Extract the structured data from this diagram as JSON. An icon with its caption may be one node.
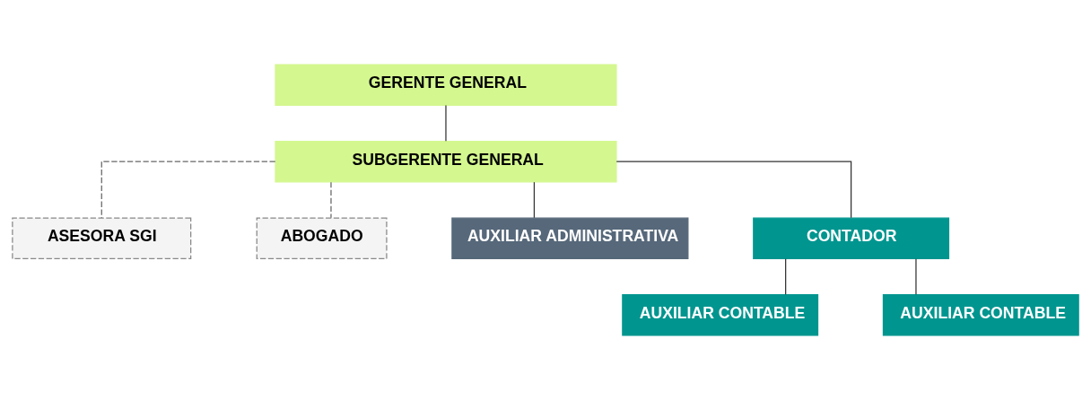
{
  "diagram": {
    "nodes": [
      {
        "text": [
          "GERENTE GENERAL"
        ]
      },
      {
        "text": [
          "SUBGERENTE GENERAL"
        ]
      },
      {
        "text": [
          "ASESORA SGI"
        ]
      },
      {
        "text": [
          "ABOGADO"
        ]
      },
      {
        "text": [
          "AUXILIAR ADMINISTRATIVA"
        ]
      },
      {
        "text": [
          "CONTADOR"
        ]
      },
      {
        "text": [
          "AUXILIAR CONTABLE"
        ]
      },
      {
        "text": [
          "AUXILIAR CONTABLE"
        ]
      }
    ],
    "edges": [
      {
        "from": 0,
        "to": 1,
        "arrow": "none"
      },
      {
        "from": 1,
        "to": 2,
        "arrow": "none",
        "style": "dashed",
        "color": "#666666"
      },
      {
        "from": 1,
        "to": 3,
        "arrow": "none",
        "style": "dashed",
        "color": "#666666"
      },
      {
        "from": 1,
        "to": 4,
        "arrow": "none"
      },
      {
        "from": 1,
        "to": 5,
        "arrow": "none"
      },
      {
        "from": 5,
        "to": 6,
        "arrow": "none"
      },
      {
        "from": 5,
        "to": 7,
        "arrow": "none"
      }
    ]
  }
}
